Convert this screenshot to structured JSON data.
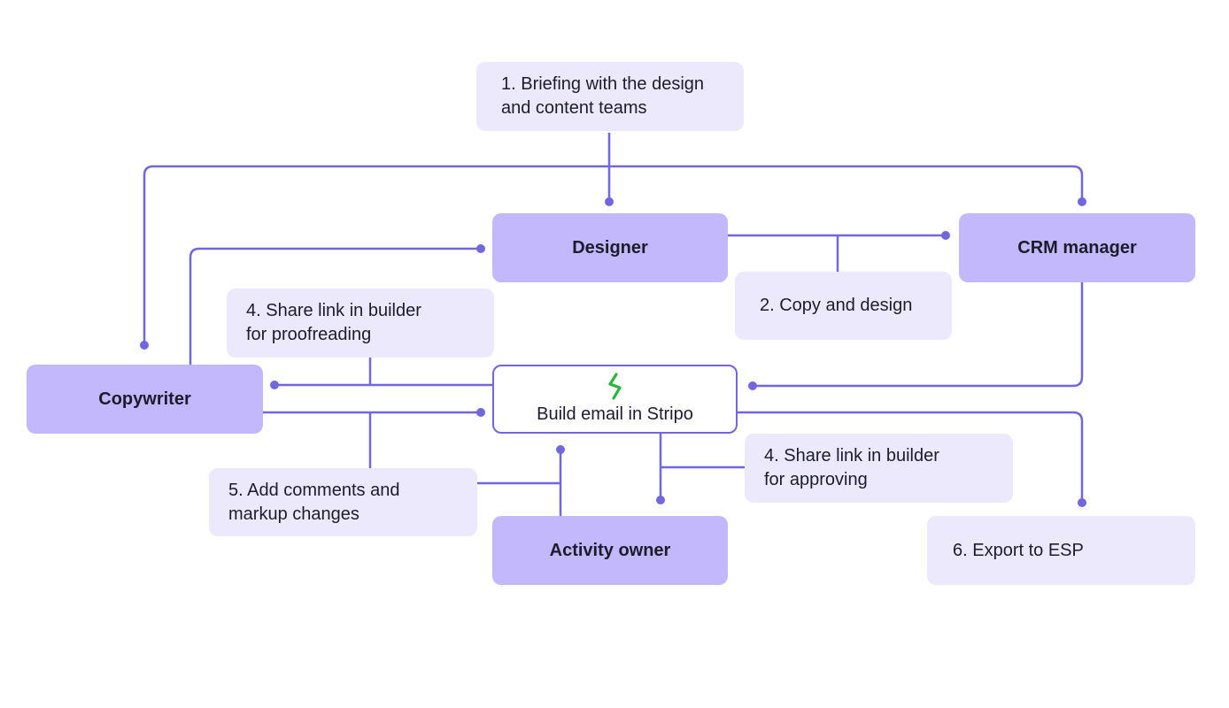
{
  "colors": {
    "line": "#7166e0",
    "role_fill": "#c2b8fb",
    "step_fill": "#ece9fc",
    "logo_green": "#29b63c"
  },
  "roles": {
    "designer": "Designer",
    "crm_manager": "CRM manager",
    "copywriter": "Copywriter",
    "activity_owner": "Activity owner"
  },
  "center": {
    "label": "Build email in Stripo",
    "icon": "stripo-logo-icon"
  },
  "steps": {
    "briefing": "1. Briefing with the design\nand content teams",
    "copy_design": "2. Copy and design",
    "share_proofreading": "4. Share link in builder\nfor proofreading",
    "share_approving": "4. Share link in builder\nfor approving",
    "add_comments": "5. Add comments and\nmarkup changes",
    "export": "6. Export to ESP"
  }
}
